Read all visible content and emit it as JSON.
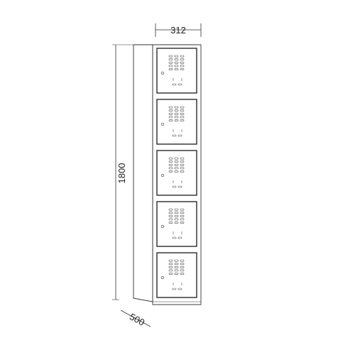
{
  "dimensions": {
    "width_label": "312",
    "height_label": "1800",
    "depth_label": "500"
  },
  "locker": {
    "compartments": 5,
    "vent_rows_per_door": 5,
    "vent_columns_per_door": 3
  },
  "colors": {
    "line": "#333333",
    "door_outline": "#2a2a2a",
    "background": "#ffffff"
  }
}
